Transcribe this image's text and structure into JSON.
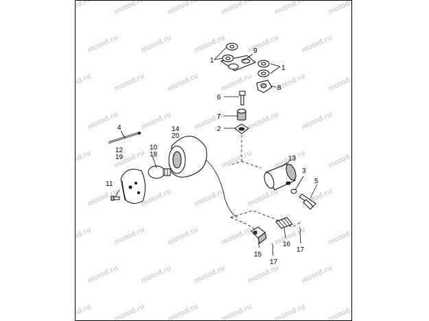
{
  "watermark": {
    "text": "motod.ru",
    "color": "#cfcfcf"
  },
  "callouts": {
    "c1a": "1",
    "c1b": "1",
    "c2": "2",
    "c3": "3",
    "c4": "4",
    "c5": "5",
    "c6": "6",
    "c7": "7",
    "c8": "8",
    "c9": "9",
    "c10": "10",
    "c11": "11",
    "c12": "12",
    "c13": "13",
    "c14": "14",
    "c15": "15",
    "c16": "16",
    "c17a": "17",
    "c17b": "17",
    "c18": "18",
    "c19": "19",
    "c20": "20"
  },
  "icons": {
    "diagram": "exploded-parts-icon"
  }
}
